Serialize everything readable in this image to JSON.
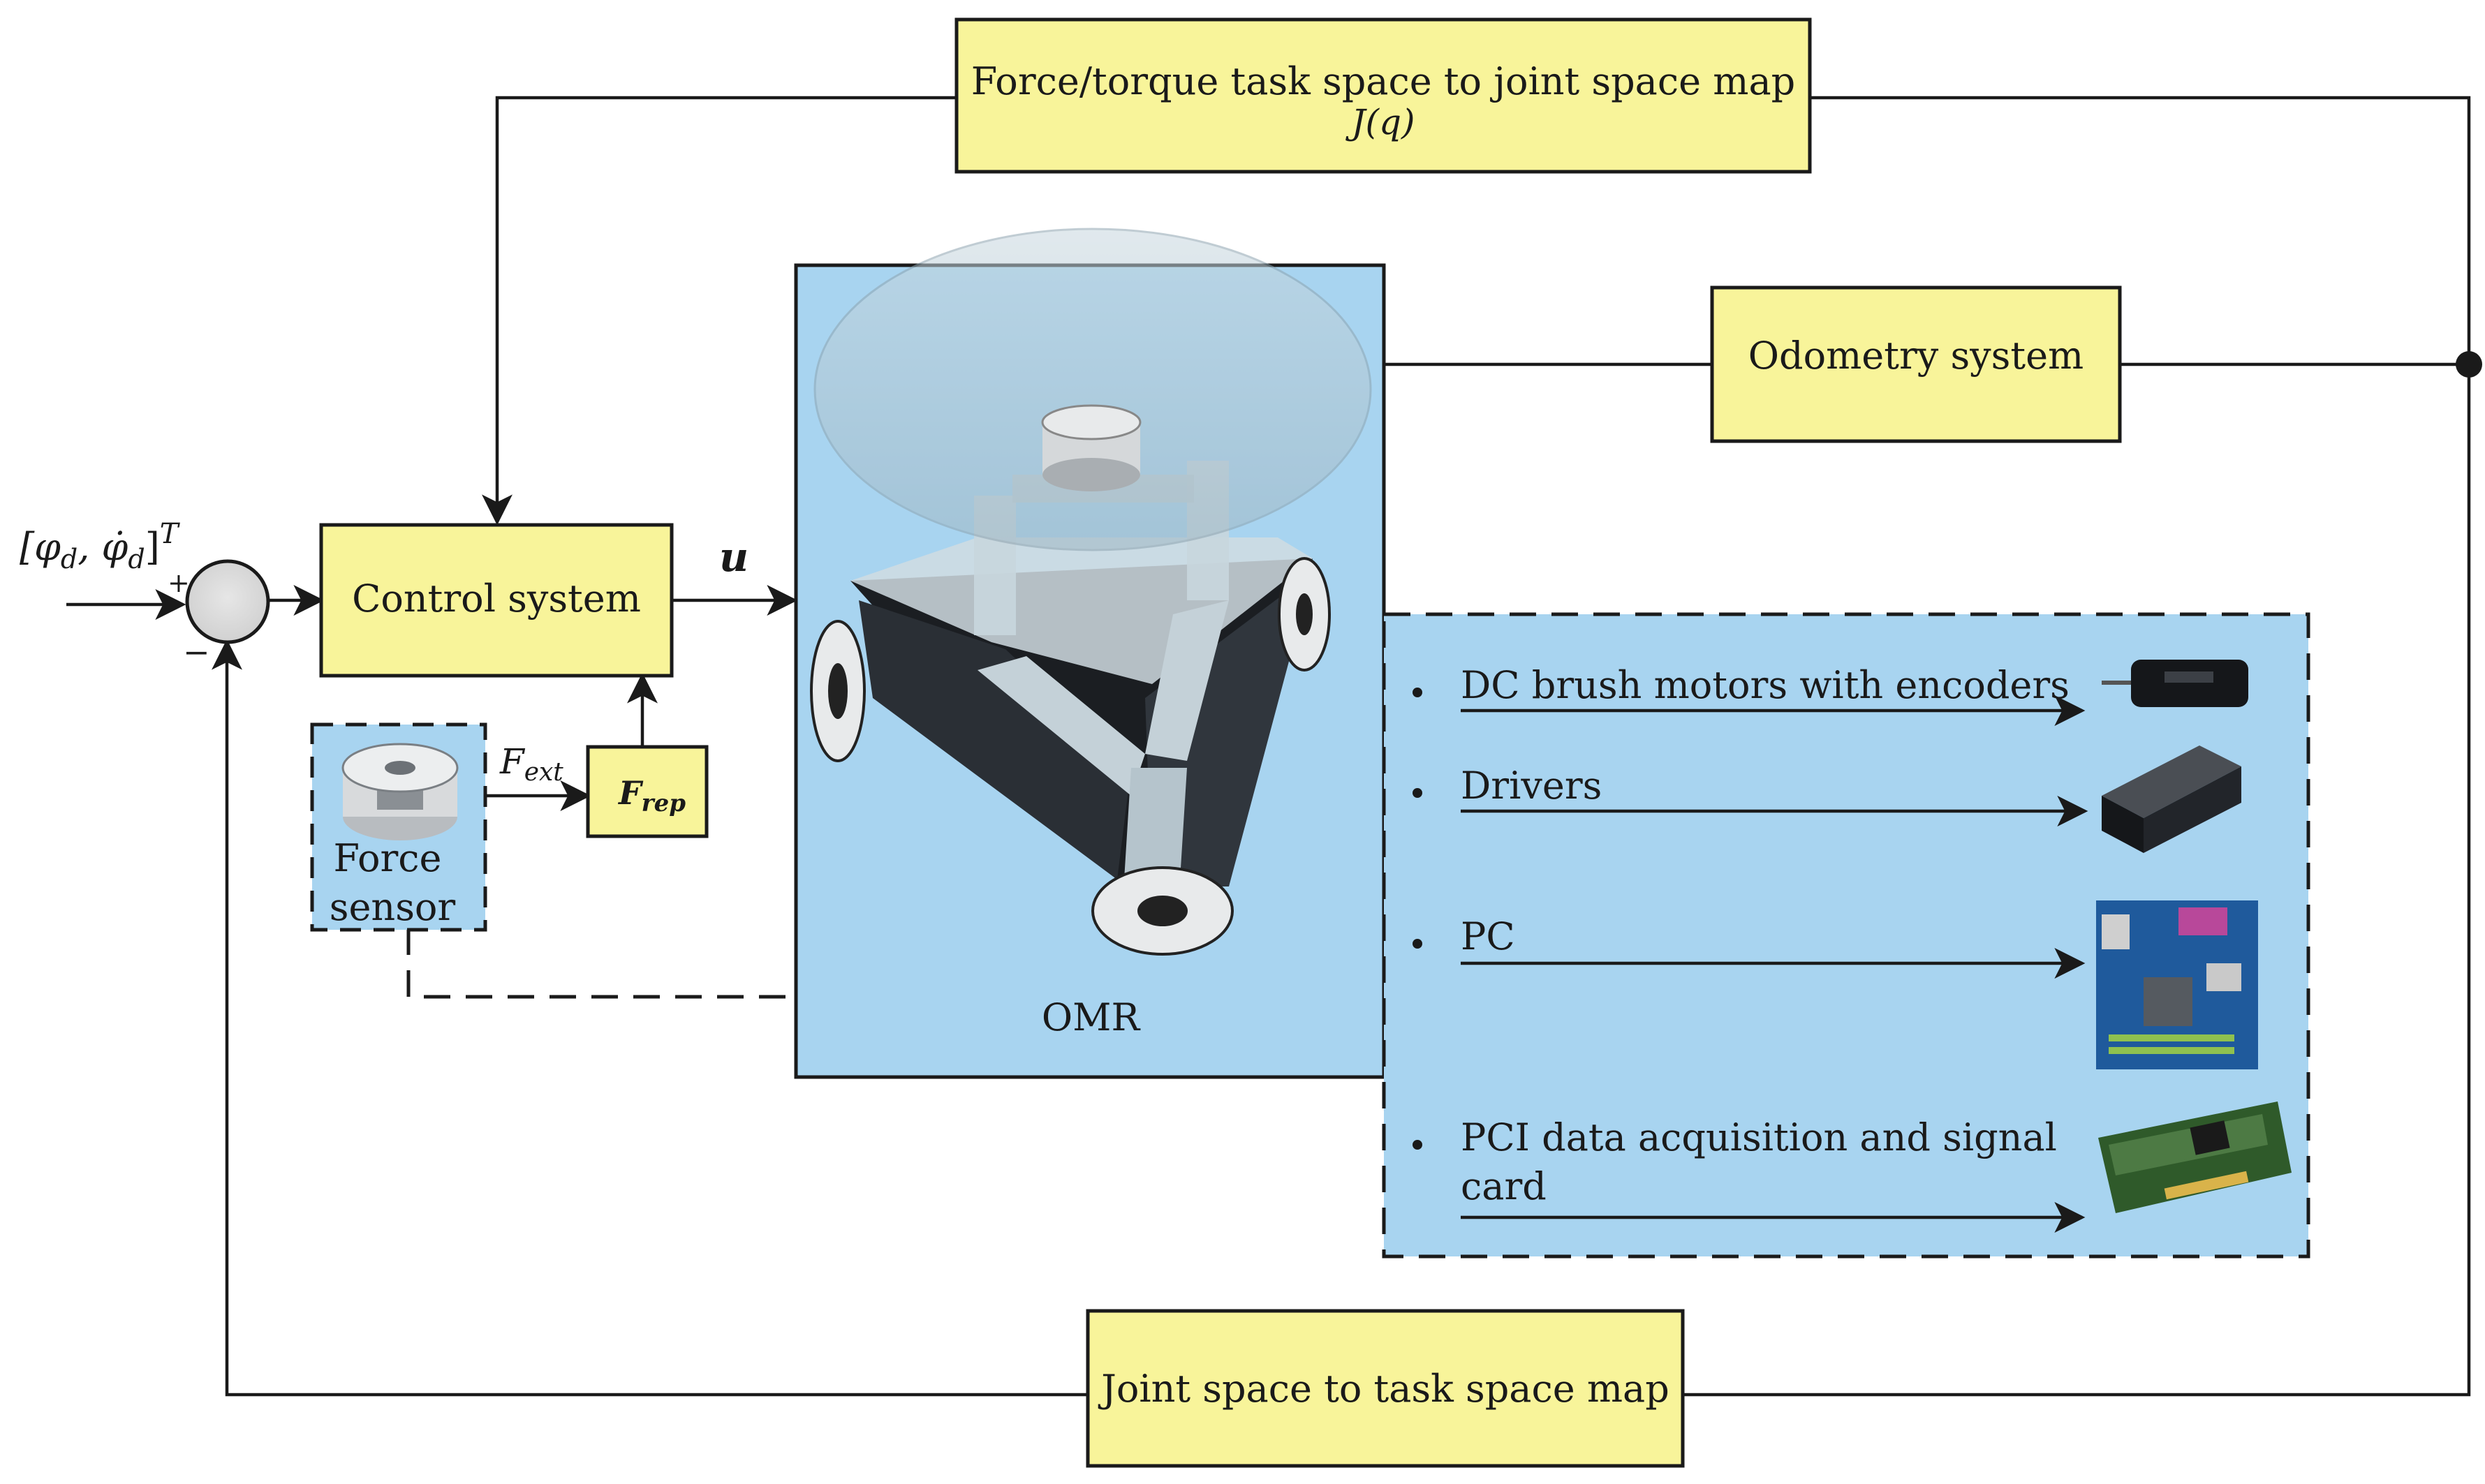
{
  "blocks": {
    "top_map_line1": "Force/torque task space to joint space map",
    "top_map_line2": "J(q)",
    "odometry": "Odometry system",
    "control": "Control system",
    "frep_main": "F",
    "frep_sub": "rep",
    "bottom_map": "Joint space to task space map"
  },
  "labels": {
    "input_main": "[φ",
    "input_sub1": "d",
    "input_mid": ", φ̇",
    "input_sub2": "d",
    "input_end": "]",
    "input_sup": "T",
    "plus": "+",
    "minus": "−",
    "u": "u",
    "fext_main": "F",
    "fext_sub": "ext",
    "force_sensor_line1": "Force",
    "force_sensor_line2": "sensor",
    "omr": "OMR"
  },
  "hardware": {
    "items": [
      {
        "lines": [
          "DC brush motors with encoders"
        ]
      },
      {
        "lines": [
          "Drivers"
        ]
      },
      {
        "lines": [
          "PC"
        ]
      },
      {
        "lines": [
          "PCI data acquisition and signal",
          "card"
        ]
      }
    ]
  },
  "colors": {
    "block_fill": "#f8f49a",
    "panel_fill": "#a8d4f0",
    "line": "#1a1a1a"
  }
}
